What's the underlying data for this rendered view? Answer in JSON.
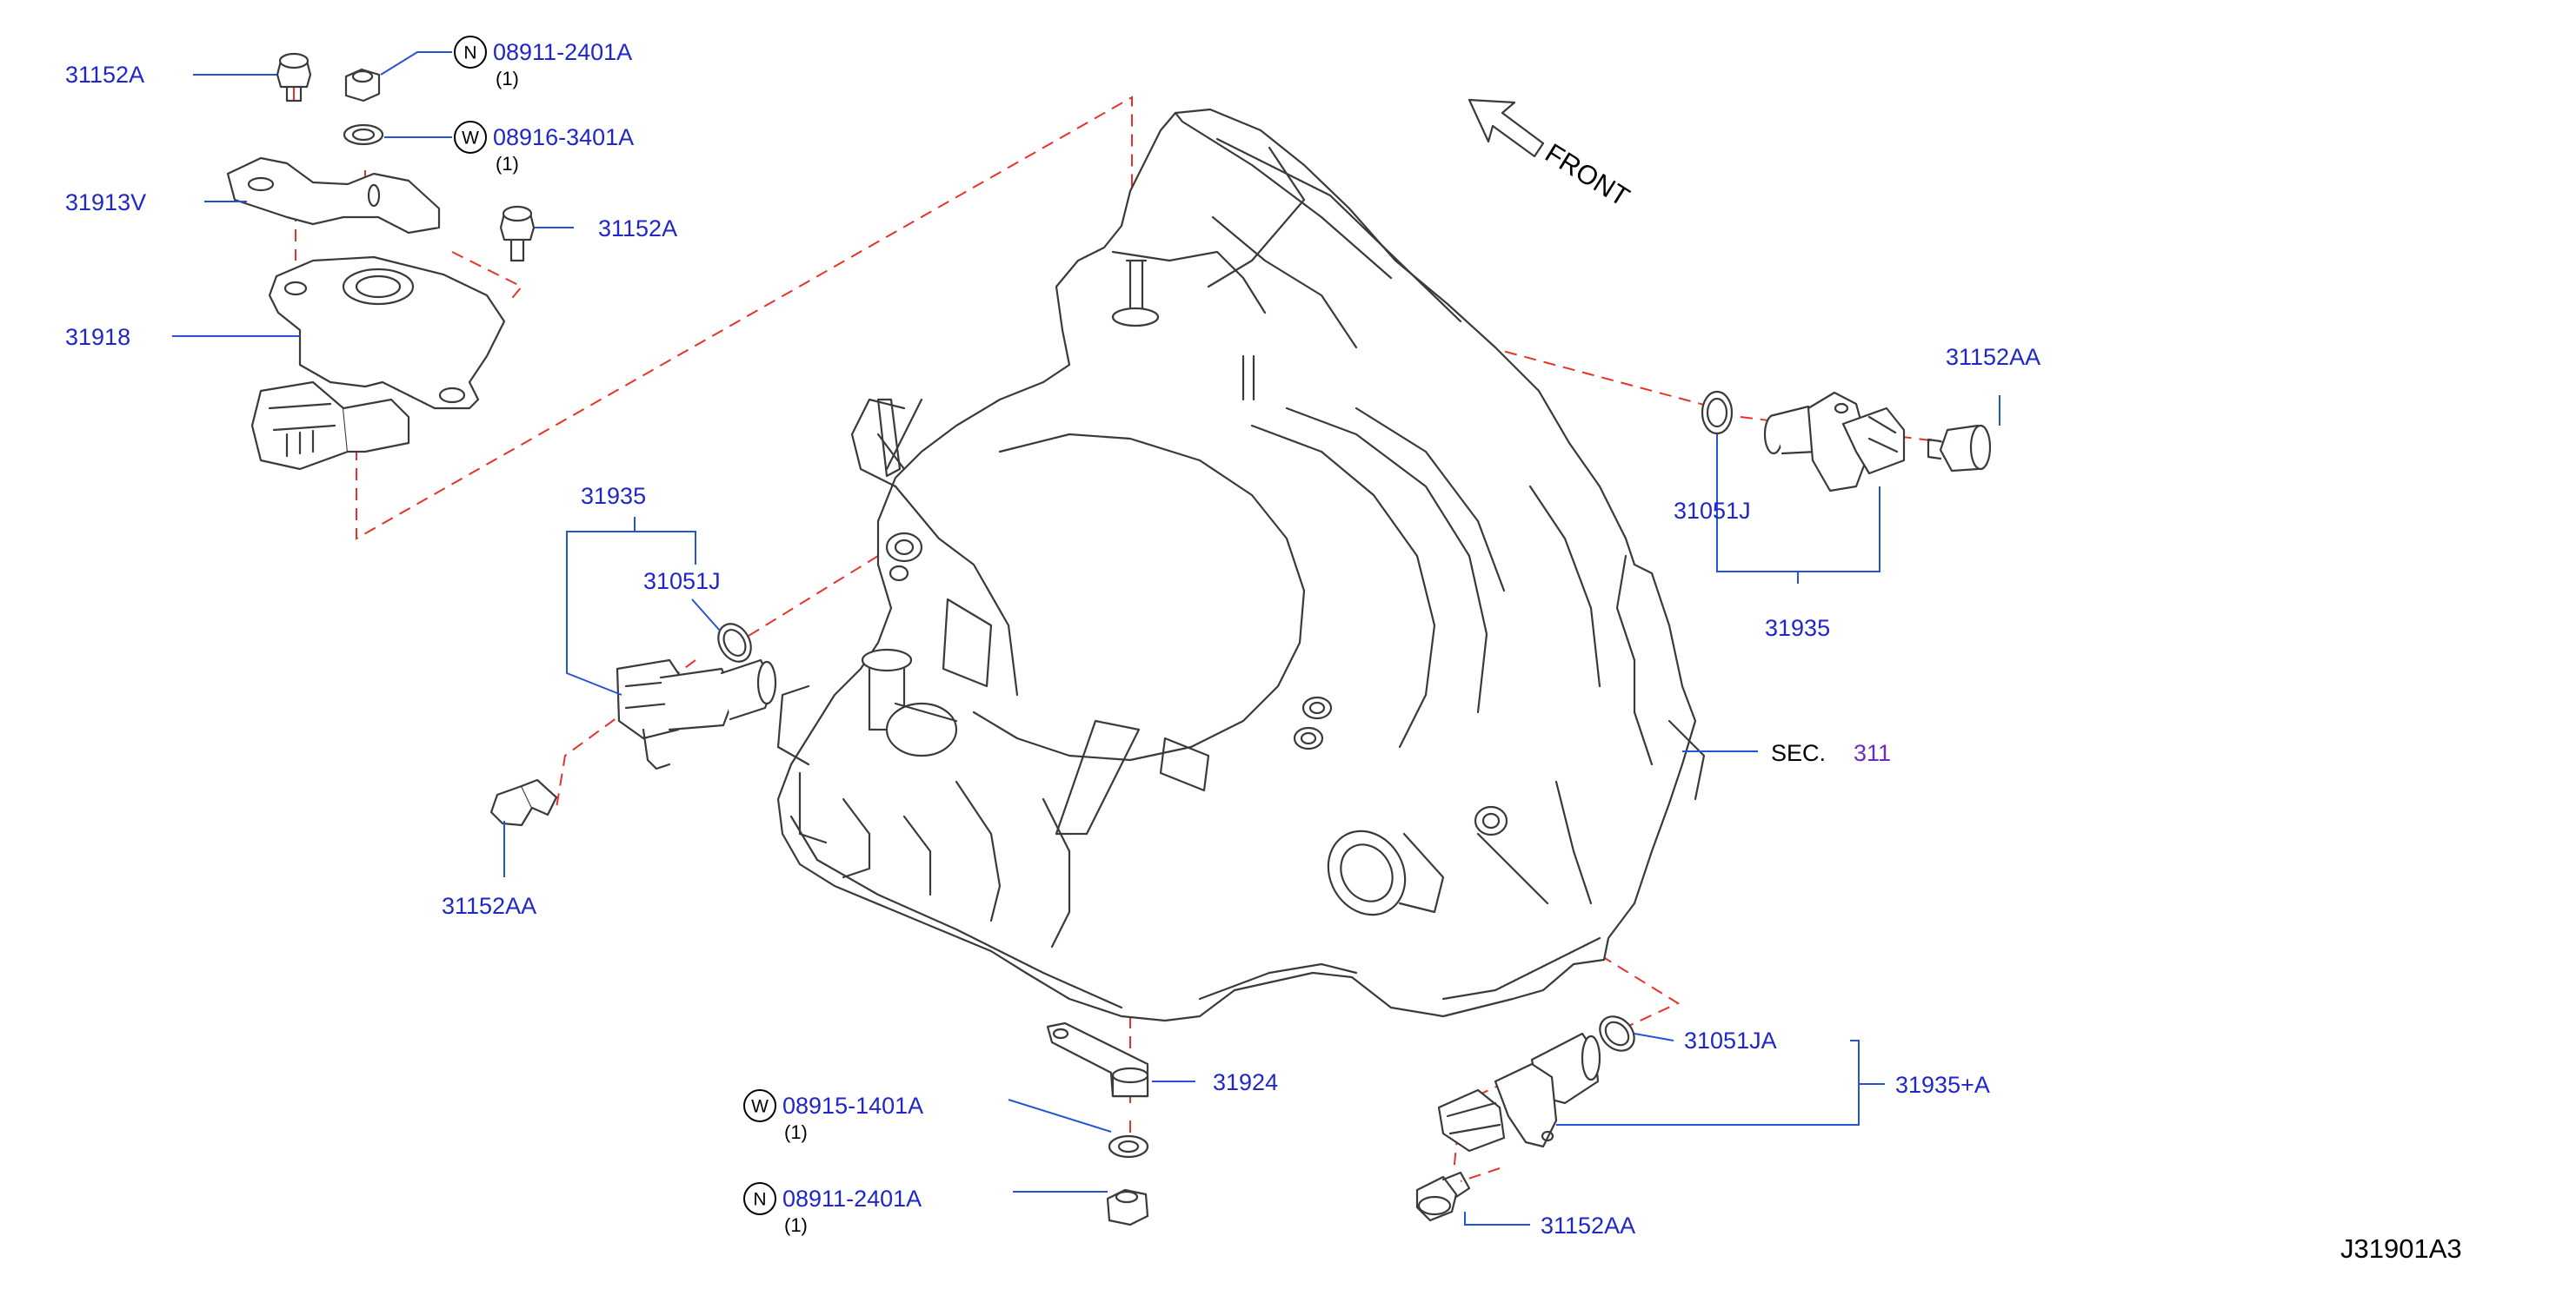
{
  "front_label": "FRONT",
  "diagram_code": "J31901A3",
  "section_ref": {
    "prefix": "SEC.",
    "number": "311"
  },
  "callouts": {
    "top_bolt": "31152A",
    "top_nut": {
      "badge": "N",
      "part": "08911-2401A",
      "qty": "(1)"
    },
    "top_washer": {
      "badge": "W",
      "part": "08916-3401A",
      "qty": "(1)"
    },
    "bracket": "31913V",
    "switch_bolt": "31152A",
    "inhibitor_switch": "31918",
    "left_sensor": "31935",
    "left_oring": "31051J",
    "left_bolt": "31152AA",
    "right_bolt": "31152AA",
    "right_oring": "31051J",
    "right_sensor": "31935",
    "lever": "31924",
    "lower_washer": {
      "badge": "W",
      "part": "08915-1401A",
      "qty": "(1)"
    },
    "lower_nut": {
      "badge": "N",
      "part": "08911-2401A",
      "qty": "(1)"
    },
    "bottom_oring": "31051JA",
    "bottom_sensor": "31935+A",
    "bottom_bolt": "31152AA"
  }
}
